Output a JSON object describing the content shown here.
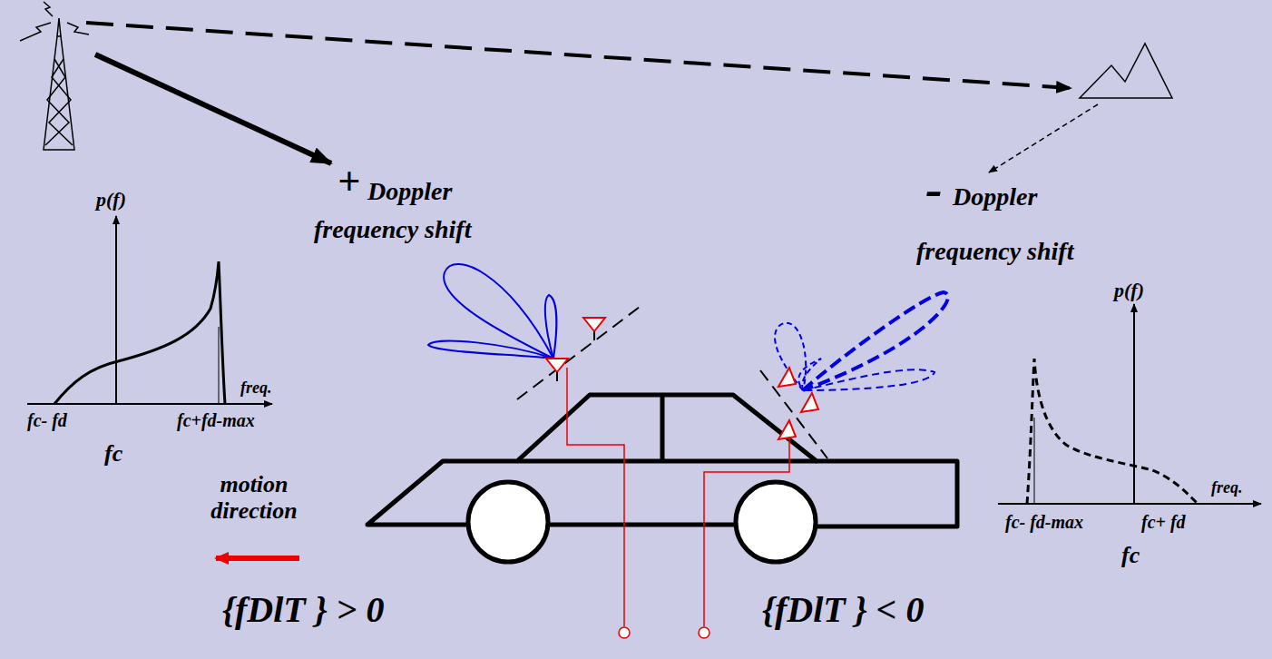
{
  "diagram": {
    "labels": [
      "+",
      "Doppler",
      "frequency shift",
      "-",
      "Doppler",
      "frequency shift",
      "p(f)",
      "freq.",
      "fc- fd",
      "fc+fd-max",
      "fc",
      "p(f)",
      "freq.",
      "fc- fd-max",
      "fc+ fd",
      "fc",
      "motion direction",
      "{fDlT } > 0",
      "{fDlT } < 0"
    ]
  }
}
